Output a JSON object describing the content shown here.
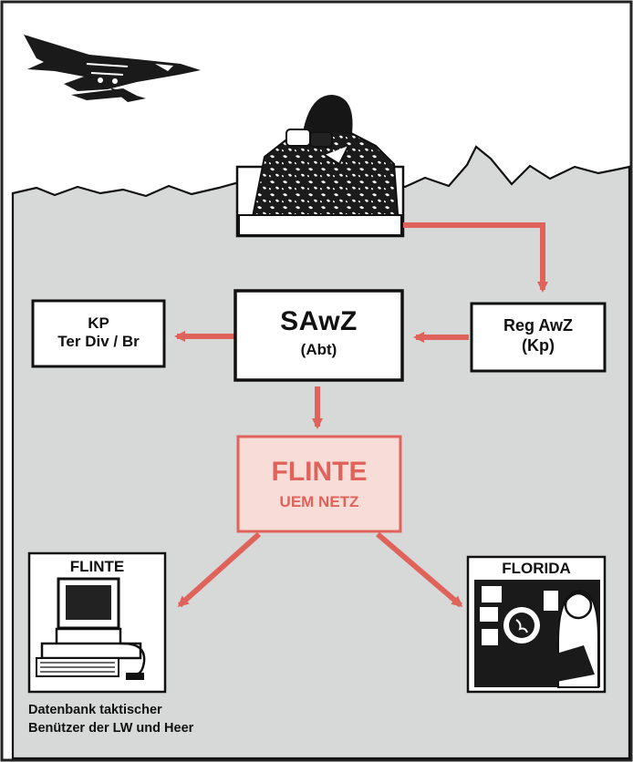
{
  "nodes": {
    "kp": {
      "line1": "KP",
      "line2": "Ter Div / Br"
    },
    "sawz": {
      "line1": "SAwZ",
      "line2": "(Abt)"
    },
    "reg_awz": {
      "line1": "Reg AwZ",
      "line2": "(Kp)"
    },
    "flinte_net": {
      "line1": "FLINTE",
      "line2": "UEM NETZ"
    },
    "flinte_terminal": {
      "title": "FLINTE"
    },
    "florida_console": {
      "title": "FLORIDA"
    }
  },
  "caption": {
    "line1": "Datenbank taktischer",
    "line2": "Benützer der LW und Heer"
  },
  "colors": {
    "ground": "#d7d9d8",
    "sky": "#ffffff",
    "arrow": "#e0635b",
    "flinte_fill": "#f8dcd7",
    "flinte_border": "#e0635b",
    "box_border": "#111111"
  },
  "icons": [
    "jet-aircraft-icon",
    "soldier-binoculars-icon",
    "computer-terminal-icon",
    "radar-operator-icon"
  ]
}
